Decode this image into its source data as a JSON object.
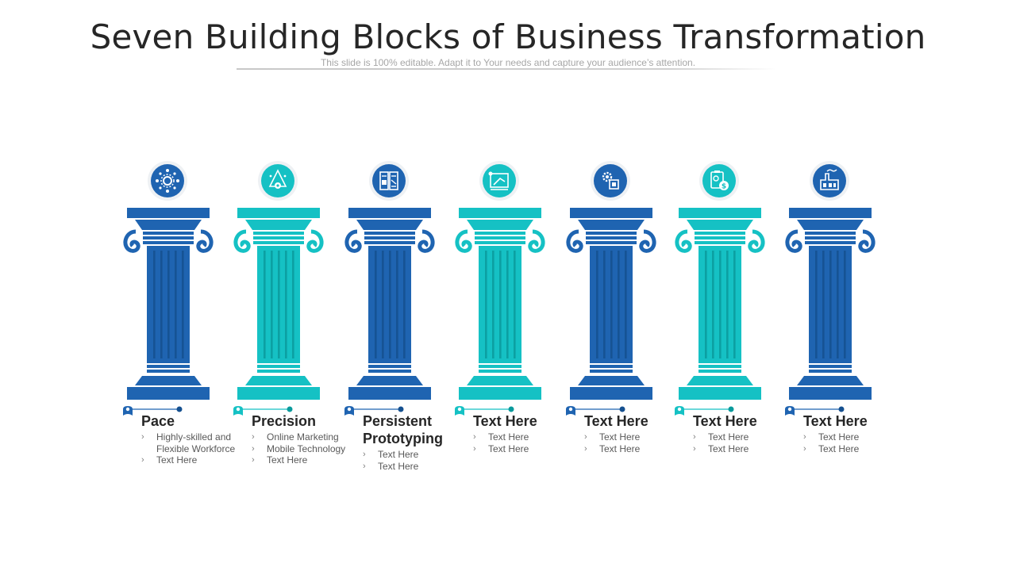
{
  "title": "Seven Building Blocks of Business Transformation",
  "subtitle": "This slide is 100% editable. Adapt it to Your needs and capture your audience’s attention.",
  "colors": {
    "blue": "#1f64b1",
    "blue_dark": "#15508f",
    "teal": "#15c1c4",
    "teal_dark": "#0a9a9c",
    "heading": "#262626",
    "body_text": "#595959"
  },
  "pillars": [
    {
      "color": "blue",
      "icon": "network-gear-icon",
      "heading": "Pace",
      "bullets": [
        "Highly-skilled and Flexible Workforce",
        "Text Here"
      ]
    },
    {
      "color": "teal",
      "icon": "pyramid-gear-icon",
      "heading": "Precision",
      "bullets": [
        "Online Marketing",
        "Mobile Technology",
        "Text Here"
      ]
    },
    {
      "color": "blue",
      "icon": "documents-icon",
      "heading": "Persistent Prototyping",
      "bullets": [
        "Text Here",
        "Text Here"
      ]
    },
    {
      "color": "teal",
      "icon": "blueprint-icon",
      "heading": "Text Here",
      "bullets": [
        "Text Here",
        "Text Here"
      ]
    },
    {
      "color": "blue",
      "icon": "gear-chip-icon",
      "heading": "Text Here",
      "bullets": [
        "Text Here",
        "Text Here"
      ]
    },
    {
      "color": "teal",
      "icon": "clipboard-dollar-icon",
      "heading": "Text Here",
      "bullets": [
        "Text Here",
        "Text Here"
      ]
    },
    {
      "color": "blue",
      "icon": "factory-icon",
      "heading": "Text Here",
      "bullets": [
        "Text Here",
        "Text Here"
      ]
    }
  ]
}
